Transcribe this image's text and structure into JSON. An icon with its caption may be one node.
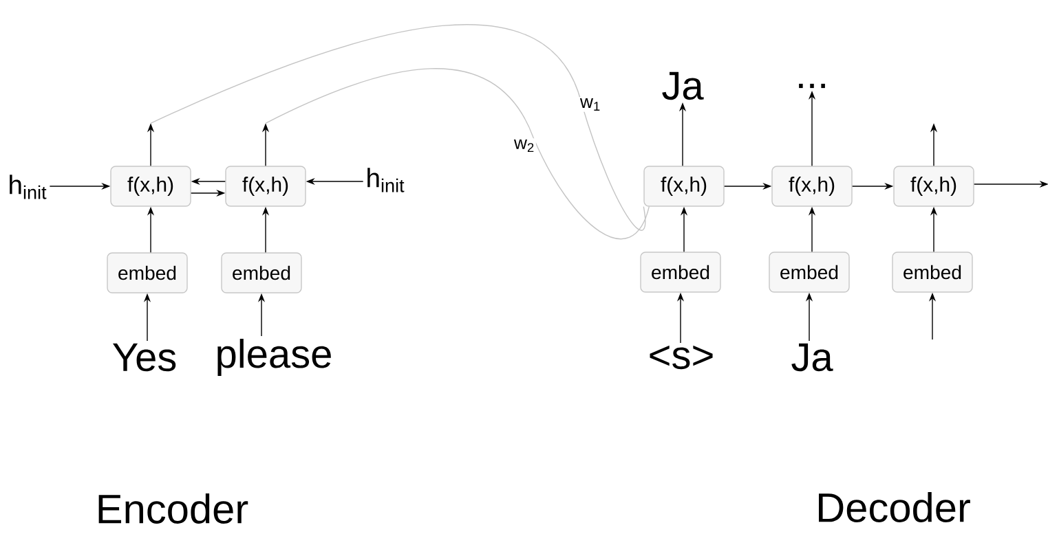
{
  "diagram": {
    "nodes": [
      {
        "text": [
          "h$_{init}$"
        ]
      },
      {
        "text": [
          "f(x,h)"
        ]
      },
      {
        "text": [
          "f(x,h)"
        ]
      },
      {
        "text": [
          "h$_{init}$"
        ]
      },
      {
        "text": [
          "embed"
        ]
      },
      {
        "text": [
          "embed"
        ]
      },
      {
        "text": [
          "Yes"
        ]
      },
      {
        "text": [
          "please"
        ]
      },
      {
        "text": [
          "f(x,h)"
        ]
      },
      {
        "text": [
          "f(x,h)"
        ]
      },
      {
        "text": [
          "f(x,h)"
        ]
      },
      {
        "text": [
          "embed"
        ]
      },
      {
        "text": [
          "embed"
        ]
      },
      {
        "text": [
          "embed"
        ]
      },
      {
        "text": [
          "<s>"
        ]
      },
      {
        "text": [
          "Ja"
        ]
      },
      {
        "text": [
          "Ja"
        ]
      },
      {
        "text": [
          "..."
        ]
      }
    ],
    "edges": [
      {
        "from": 0,
        "to": 1,
        "arrow": "to"
      },
      {
        "from": 2,
        "to": 1,
        "arrow": "to"
      },
      {
        "from": 1,
        "to": 2,
        "arrow": "to"
      },
      {
        "from": 3,
        "to": 2,
        "arrow": "to"
      },
      {
        "from": 4,
        "to": 1,
        "arrow": "to"
      },
      {
        "from": 5,
        "to": 2,
        "arrow": "to"
      },
      {
        "from": 6,
        "to": 4,
        "arrow": "to"
      },
      {
        "from": 7,
        "to": 5,
        "arrow": "to"
      },
      {
        "from": 1,
        "to": null,
        "arrow": "to"
      },
      {
        "from": 2,
        "to": null,
        "arrow": "to"
      },
      {
        "from": 1,
        "to": 8,
        "arrow": "none",
        "label": "w$_{1}$",
        "color": "#c4c4c4"
      },
      {
        "from": 2,
        "to": 8,
        "arrow": "none",
        "label": "w$_{2}$",
        "color": "#c4c4c4"
      },
      {
        "from": 11,
        "to": 8,
        "arrow": "to"
      },
      {
        "from": 12,
        "to": 9,
        "arrow": "to"
      },
      {
        "from": 13,
        "to": 10,
        "arrow": "to"
      },
      {
        "from": 14,
        "to": 11,
        "arrow": "to"
      },
      {
        "from": 15,
        "to": 12,
        "arrow": "to"
      },
      {
        "from": null,
        "to": 13,
        "arrow": "to"
      },
      {
        "from": 8,
        "to": 16,
        "arrow": "to"
      },
      {
        "from": 9,
        "to": 17,
        "arrow": "to"
      },
      {
        "from": 10,
        "to": null,
        "arrow": "to"
      },
      {
        "from": 8,
        "to": 9,
        "arrow": "to"
      },
      {
        "from": 9,
        "to": 10,
        "arrow": "to"
      },
      {
        "from": 10,
        "to": null,
        "arrow": "to"
      }
    ],
    "labels": [
      "Encoder",
      "Decoder"
    ]
  }
}
